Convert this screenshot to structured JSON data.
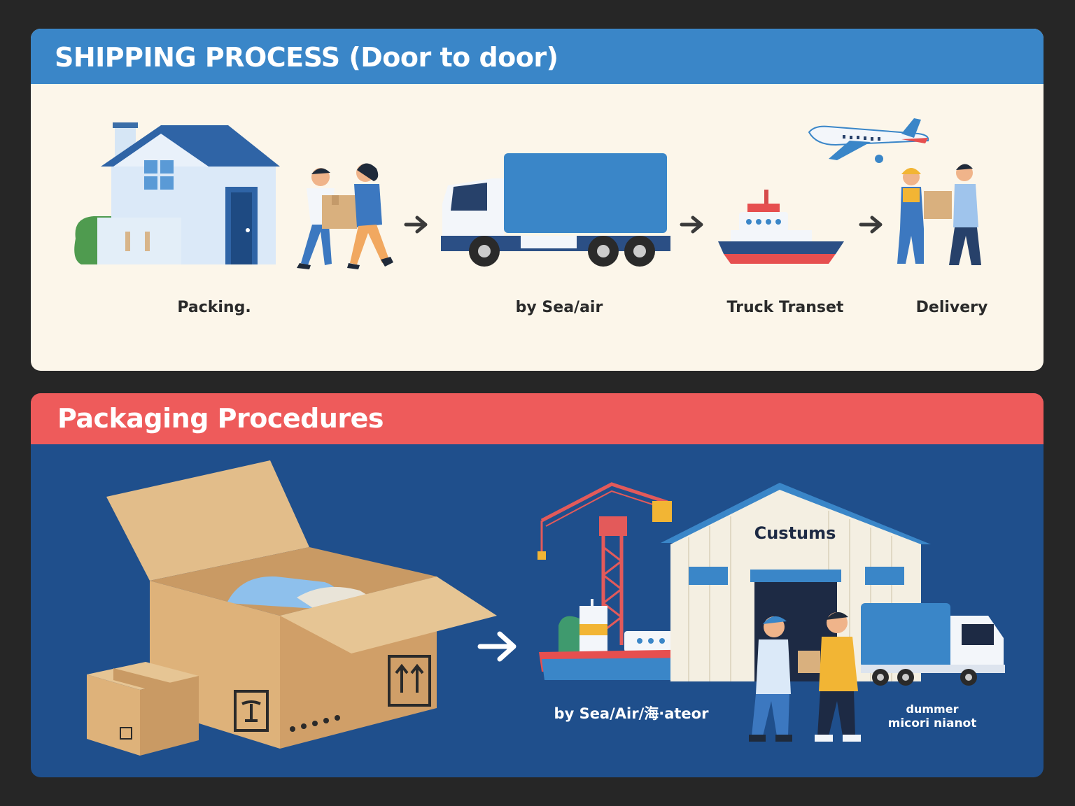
{
  "shipping": {
    "title": "SHIPPING PROCESS (Door to door)",
    "steps": [
      {
        "label": "Packing."
      },
      {
        "label": "by Sea/air"
      },
      {
        "label": "Truck Transet"
      },
      {
        "label": "Delivery"
      }
    ]
  },
  "packaging": {
    "title": "Packaging Procedures",
    "customs_sign": "Custums",
    "sea_air_label": "by Sea/Air/海·ateor",
    "customer_line1": "dummer",
    "customer_line2": "micori nianot"
  },
  "colors": {
    "top_header": "#3a86c8",
    "bottom_header": "#ee5b5b",
    "bottom_panel": "#1f4f8c",
    "top_panel": "#fcf6ea"
  }
}
